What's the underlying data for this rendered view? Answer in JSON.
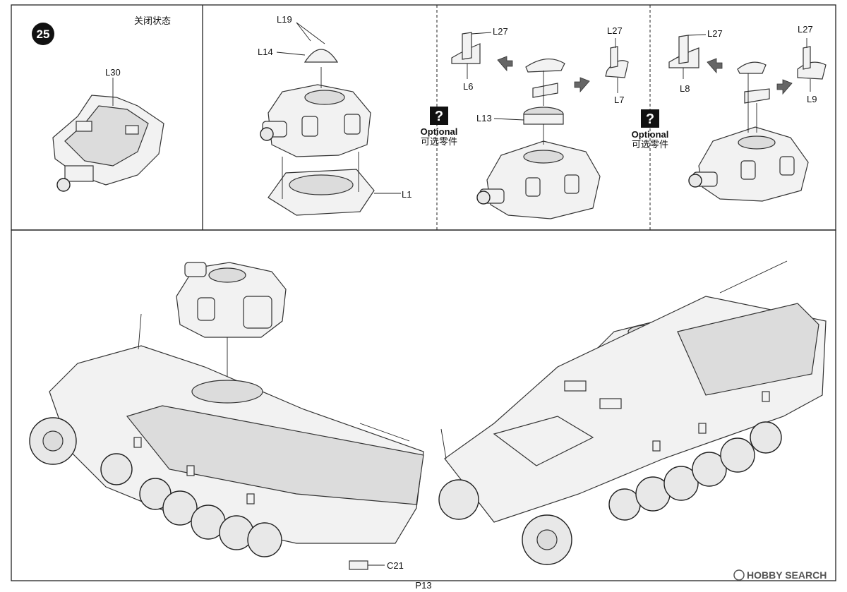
{
  "step": {
    "number": "25",
    "note_cn": "关闭状态"
  },
  "labels": {
    "L30": "L30",
    "L19": "L19",
    "L14": "L14",
    "L1": "L1",
    "L27a": "L27",
    "L27b": "L27",
    "L27c": "L27",
    "L27d": "L27",
    "L6": "L6",
    "L7": "L7",
    "L13": "L13",
    "L8": "L8",
    "L9": "L9",
    "C21": "C21"
  },
  "optional": [
    {
      "icon": "?",
      "en": "Optional",
      "cn": "可选零件"
    },
    {
      "icon": "?",
      "en": "Optional",
      "cn": "可选零件"
    }
  ],
  "page_number": "P13",
  "watermark": "HOBBY SEARCH"
}
